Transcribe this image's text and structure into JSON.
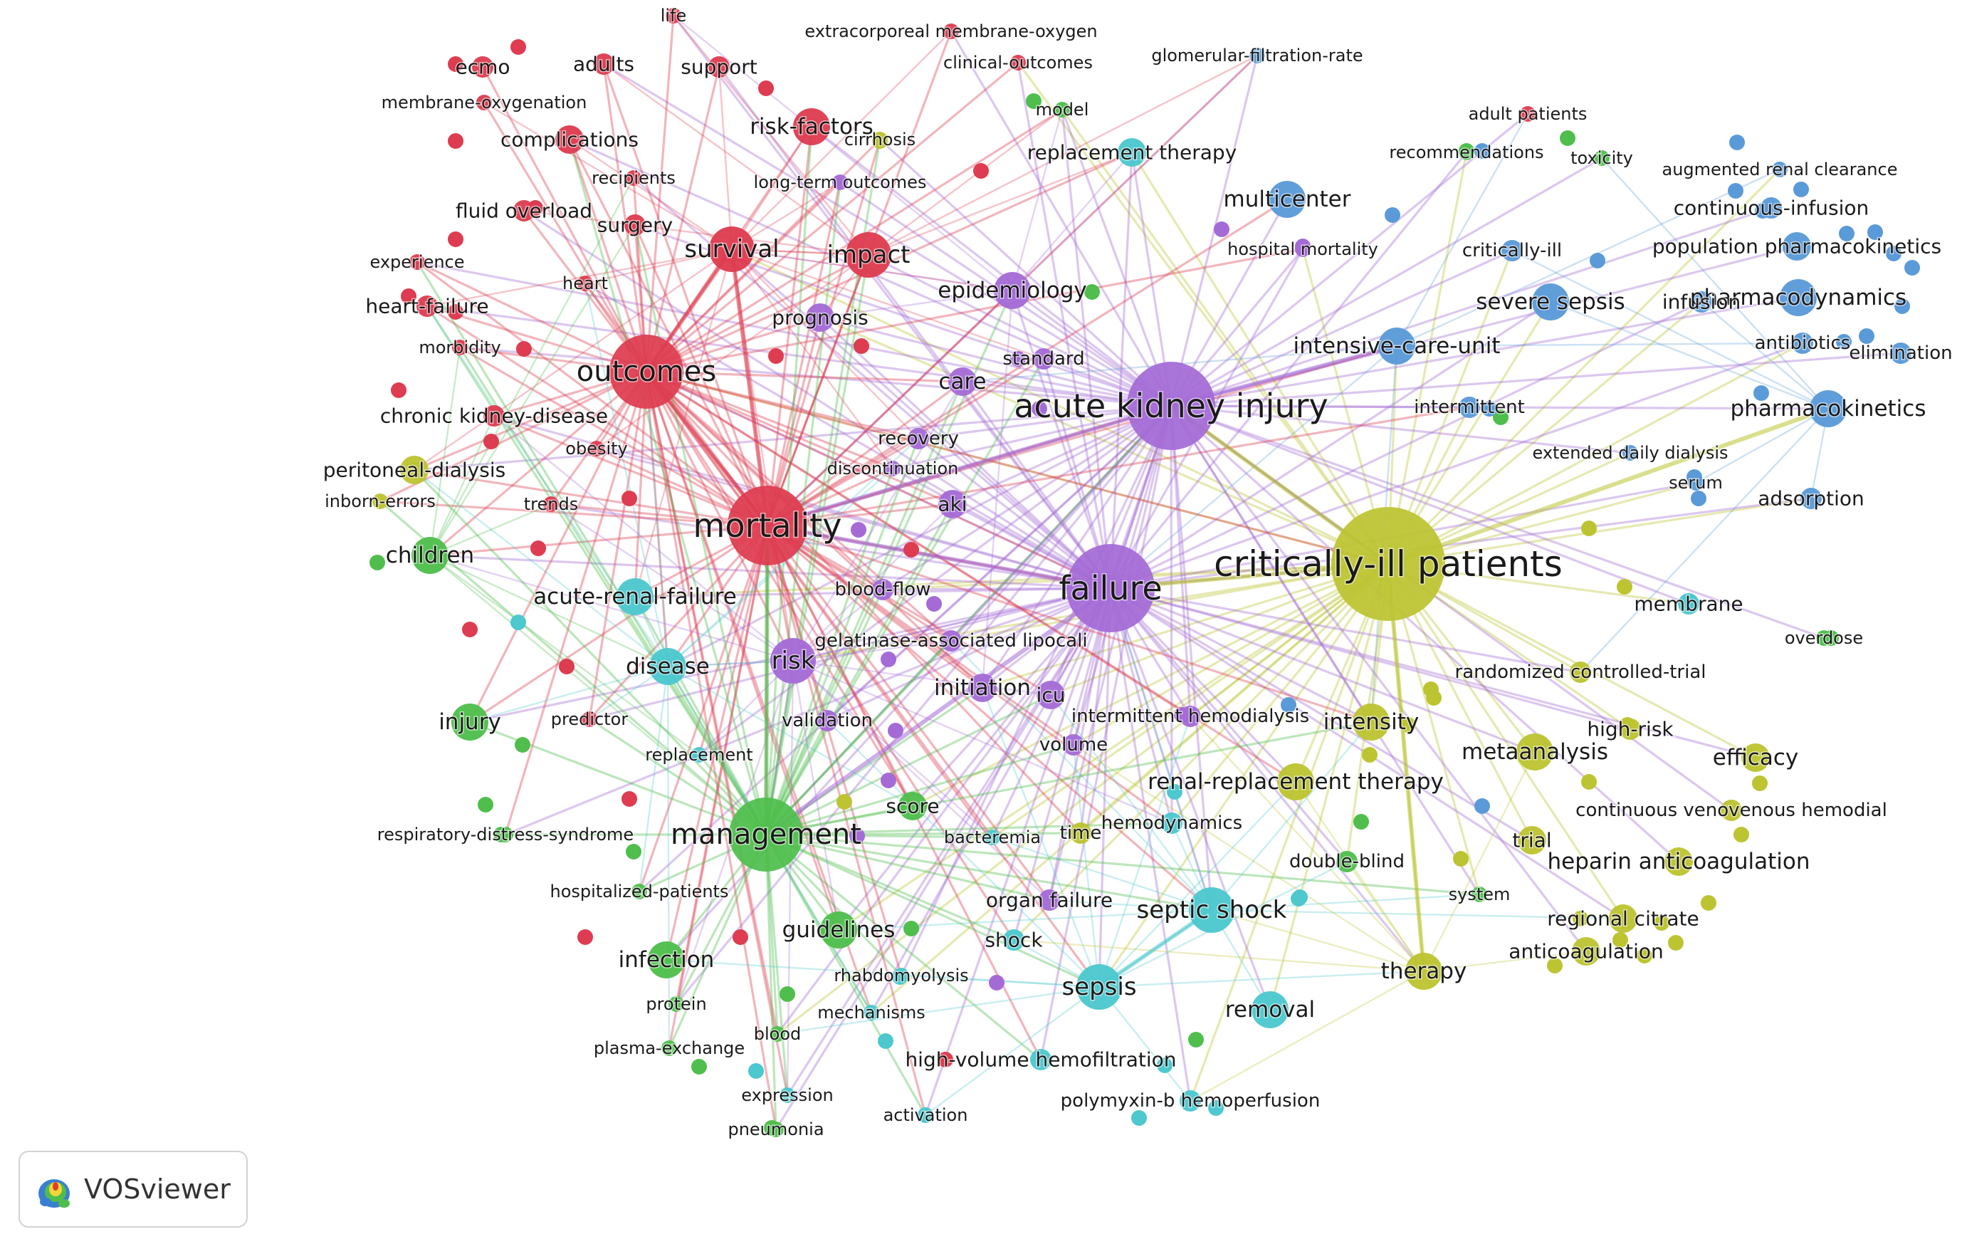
{
  "app": {
    "name": "VOSviewer"
  },
  "cluster_colors": {
    "red": "#de3c50",
    "green": "#4fbe4c",
    "blue": "#5a9ad8",
    "yellow": "#bcc431",
    "purple": "#a46bd6",
    "cyan": "#4cc8ce"
  },
  "network": {
    "nodes": [
      {
        "label": "critically-ill patients",
        "cluster": "yellow",
        "weight": 100
      },
      {
        "label": "acute kidney injury",
        "cluster": "purple",
        "weight": 75
      },
      {
        "label": "failure",
        "cluster": "purple",
        "weight": 70
      },
      {
        "label": "mortality",
        "cluster": "red",
        "weight": 68
      },
      {
        "label": "outcomes",
        "cluster": "red",
        "weight": 56
      },
      {
        "label": "management",
        "cluster": "green",
        "weight": 56
      },
      {
        "label": "survival",
        "cluster": "red",
        "weight": 36
      },
      {
        "label": "impact",
        "cluster": "red",
        "weight": 34
      },
      {
        "label": "sepsis",
        "cluster": "cyan",
        "weight": 34
      },
      {
        "label": "septic shock",
        "cluster": "cyan",
        "weight": 32
      },
      {
        "label": "risk",
        "cluster": "purple",
        "weight": 30
      },
      {
        "label": "disease",
        "cluster": "cyan",
        "weight": 28
      },
      {
        "label": "therapy",
        "cluster": "yellow",
        "weight": 28
      },
      {
        "label": "epidemiology",
        "cluster": "purple",
        "weight": 26
      },
      {
        "label": "children",
        "cluster": "green",
        "weight": 26
      },
      {
        "label": "pharmacokinetics",
        "cluster": "blue",
        "weight": 26
      },
      {
        "label": "acute-renal-failure",
        "cluster": "cyan",
        "weight": 25
      },
      {
        "label": "intensive-care-unit",
        "cluster": "blue",
        "weight": 24
      },
      {
        "label": "renal-replacement therapy",
        "cluster": "yellow",
        "weight": 24
      },
      {
        "label": "risk-factors",
        "cluster": "red",
        "weight": 22
      },
      {
        "label": "guidelines",
        "cluster": "green",
        "weight": 22
      },
      {
        "label": "infection",
        "cluster": "green",
        "weight": 20
      },
      {
        "label": "injury",
        "cluster": "green",
        "weight": 20
      },
      {
        "label": "intensity",
        "cluster": "yellow",
        "weight": 20
      },
      {
        "label": "metaanalysis",
        "cluster": "yellow",
        "weight": 20
      },
      {
        "label": "multicenter",
        "cluster": "blue",
        "weight": 20
      },
      {
        "label": "removal",
        "cluster": "cyan",
        "weight": 20
      },
      {
        "label": "pharmacodynamics",
        "cluster": "blue",
        "weight": 20
      },
      {
        "label": "severe sepsis",
        "cluster": "blue",
        "weight": 20
      },
      {
        "label": "care",
        "cluster": "purple",
        "weight": 18
      },
      {
        "label": "initiation",
        "cluster": "purple",
        "weight": 18
      },
      {
        "label": "heparin anticoagulation",
        "cluster": "yellow",
        "weight": 18
      },
      {
        "label": "efficacy",
        "cluster": "yellow",
        "weight": 18
      },
      {
        "label": "anticoagulation",
        "cluster": "yellow",
        "weight": 16
      },
      {
        "label": "trial",
        "cluster": "yellow",
        "weight": 16
      },
      {
        "label": "aki",
        "cluster": "purple",
        "weight": 16
      },
      {
        "label": "replacement therapy",
        "cluster": "cyan",
        "weight": 16
      },
      {
        "label": "peritoneal-dialysis",
        "cluster": "yellow",
        "weight": 14
      },
      {
        "label": "regional citrate",
        "cluster": "yellow",
        "weight": 14
      },
      {
        "label": "population pharmacokinetics",
        "cluster": "blue",
        "weight": 14
      },
      {
        "label": "score",
        "cluster": "green",
        "weight": 14
      },
      {
        "label": "icu",
        "cluster": "purple",
        "weight": 14
      },
      {
        "label": "prognosis",
        "cluster": "purple",
        "weight": 14
      },
      {
        "label": "complications",
        "cluster": "red",
        "weight": 14
      },
      {
        "label": "ecmo",
        "cluster": "red",
        "weight": 12
      },
      {
        "label": "adults",
        "cluster": "red",
        "weight": 12
      },
      {
        "label": "support",
        "cluster": "red",
        "weight": 12
      },
      {
        "label": "surgery",
        "cluster": "red",
        "weight": 12
      },
      {
        "label": "fluid overload",
        "cluster": "red",
        "weight": 12
      },
      {
        "label": "heart-failure",
        "cluster": "red",
        "weight": 12
      },
      {
        "label": "chronic kidney-disease",
        "cluster": "red",
        "weight": 12
      },
      {
        "label": "continuous-infusion",
        "cluster": "blue",
        "weight": 12
      },
      {
        "label": "infusion",
        "cluster": "blue",
        "weight": 12
      },
      {
        "label": "organ failure",
        "cluster": "purple",
        "weight": 12
      },
      {
        "label": "shock",
        "cluster": "cyan",
        "weight": 12
      },
      {
        "label": "high-volume hemofiltration",
        "cluster": "cyan",
        "weight": 12
      },
      {
        "label": "high-risk",
        "cluster": "yellow",
        "weight": 12
      },
      {
        "label": "membrane",
        "cluster": "cyan",
        "weight": 12
      },
      {
        "label": "adsorption",
        "cluster": "blue",
        "weight": 12
      },
      {
        "label": "elimination",
        "cluster": "blue",
        "weight": 10
      },
      {
        "label": "intermittent hemodialysis",
        "cluster": "purple",
        "weight": 10
      },
      {
        "label": "recovery",
        "cluster": "purple",
        "weight": 10
      },
      {
        "label": "blood-flow",
        "cluster": "purple",
        "weight": 10
      },
      {
        "label": "validation",
        "cluster": "purple",
        "weight": 10
      },
      {
        "label": "time",
        "cluster": "yellow",
        "weight": 10
      },
      {
        "label": "hemodynamics",
        "cluster": "cyan",
        "weight": 10
      },
      {
        "label": "double-blind",
        "cluster": "green",
        "weight": 10
      },
      {
        "label": "critically-ill",
        "cluster": "blue",
        "weight": 10
      },
      {
        "label": "antibiotics",
        "cluster": "blue",
        "weight": 10
      },
      {
        "label": "intermittent",
        "cluster": "blue",
        "weight": 10
      },
      {
        "label": "randomized controlled-trial",
        "cluster": "yellow",
        "weight": 10
      },
      {
        "label": "continuous venovenous hemodial",
        "cluster": "yellow",
        "weight": 10
      },
      {
        "label": "polymyxin-b hemoperfusion",
        "cluster": "cyan",
        "weight": 10
      },
      {
        "label": "standard",
        "cluster": "purple",
        "weight": 10
      },
      {
        "label": "gelatinase-associated lipocali",
        "cluster": "purple",
        "weight": 10
      },
      {
        "label": "volume",
        "cluster": "purple",
        "weight": 10
      },
      {
        "label": "hospital mortality",
        "cluster": "purple",
        "weight": 9
      },
      {
        "label": "cirrhosis",
        "cluster": "yellow",
        "weight": 9
      },
      {
        "label": "model",
        "cluster": "green",
        "weight": 9
      },
      {
        "label": "long-term outcomes",
        "cluster": "purple",
        "weight": 9
      },
      {
        "label": "recipients",
        "cluster": "red",
        "weight": 9
      },
      {
        "label": "experience",
        "cluster": "red",
        "weight": 9
      },
      {
        "label": "heart",
        "cluster": "red",
        "weight": 8
      },
      {
        "label": "morbidity",
        "cluster": "red",
        "weight": 8
      },
      {
        "label": "obesity",
        "cluster": "red",
        "weight": 8
      },
      {
        "label": "discontinuation",
        "cluster": "purple",
        "weight": 8
      },
      {
        "label": "trends",
        "cluster": "red",
        "weight": 8
      },
      {
        "label": "inborn-errors",
        "cluster": "yellow",
        "weight": 8
      },
      {
        "label": "predictor",
        "cluster": "red",
        "weight": 8
      },
      {
        "label": "replacement",
        "cluster": "cyan",
        "weight": 8
      },
      {
        "label": "respiratory-distress-syndrome",
        "cluster": "green",
        "weight": 8
      },
      {
        "label": "hospitalized-patients",
        "cluster": "green",
        "weight": 8
      },
      {
        "label": "bacteremia",
        "cluster": "cyan",
        "weight": 8
      },
      {
        "label": "rhabdomyolysis",
        "cluster": "cyan",
        "weight": 8
      },
      {
        "label": "mechanisms",
        "cluster": "cyan",
        "weight": 8
      },
      {
        "label": "protein",
        "cluster": "green",
        "weight": 8
      },
      {
        "label": "blood",
        "cluster": "green",
        "weight": 8
      },
      {
        "label": "plasma-exchange",
        "cluster": "green",
        "weight": 8
      },
      {
        "label": "expression",
        "cluster": "cyan",
        "weight": 8
      },
      {
        "label": "activation",
        "cluster": "cyan",
        "weight": 8
      },
      {
        "label": "pneumonia",
        "cluster": "green",
        "weight": 8
      },
      {
        "label": "system",
        "cluster": "green",
        "weight": 8
      },
      {
        "label": "life",
        "cluster": "red",
        "weight": 8
      },
      {
        "label": "extracorporeal membrane-oxygen",
        "cluster": "red",
        "weight": 8
      },
      {
        "label": "clinical-outcomes",
        "cluster": "red",
        "weight": 8
      },
      {
        "label": "glomerular-filtration-rate",
        "cluster": "blue",
        "weight": 8
      },
      {
        "label": "membrane-oxygenation",
        "cluster": "red",
        "weight": 8
      },
      {
        "label": "adult patients",
        "cluster": "red",
        "weight": 8
      },
      {
        "label": "recommendations",
        "cluster": "green",
        "weight": 8
      },
      {
        "label": "toxicity",
        "cluster": "green",
        "weight": 8
      },
      {
        "label": "augmented renal clearance",
        "cluster": "blue",
        "weight": 8
      },
      {
        "label": "extended daily dialysis",
        "cluster": "blue",
        "weight": 8
      },
      {
        "label": "serum",
        "cluster": "blue",
        "weight": 8
      },
      {
        "label": "overdose",
        "cluster": "green",
        "weight": 8
      }
    ]
  }
}
